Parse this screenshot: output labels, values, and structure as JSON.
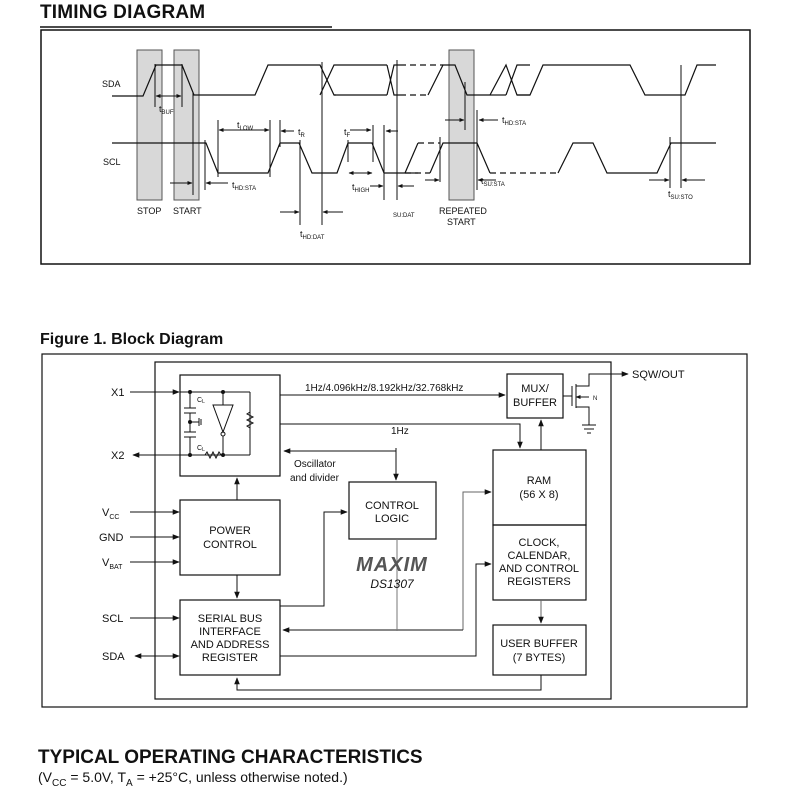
{
  "headings": {
    "timing_title": "TIMING DIAGRAM",
    "figure_title": "Figure 1. Block Diagram",
    "characteristics_title": "TYPICAL OPERATING CHARACTERISTICS",
    "conditions": {
      "prefix": "(V",
      "vcc_sub": "CC",
      "mid1": " = 5.0V, T",
      "ta_sub": "A",
      "suffix": " = +25°C, unless otherwise noted.)"
    }
  },
  "timing": {
    "signals": [
      "SDA",
      "SCL"
    ],
    "conditions": {
      "stop": "STOP",
      "start": "START",
      "repeated_start_1": "REPEATED",
      "repeated_start_2": "START"
    },
    "parameters": {
      "t_buf": {
        "main": "t",
        "sub": "BUF"
      },
      "t_low": {
        "main": "t",
        "sub": "LOW"
      },
      "t_r": {
        "main": "t",
        "sub": "R"
      },
      "t_f": {
        "main": "t",
        "sub": "F"
      },
      "t_hd_sta_1": {
        "main": "t",
        "sub": "HD:STA"
      },
      "t_hd_sta_2": {
        "main": "t",
        "sub": "HD:STA"
      },
      "t_high": {
        "main": "t",
        "sub": "HIGH"
      },
      "t_su_dat": {
        "main": "",
        "sub": "SU:DAT"
      },
      "t_hd_dat": {
        "main": "t",
        "sub": "HD:DAT"
      },
      "t_su_sta": {
        "main": "t",
        "sub": "SU:STA"
      },
      "t_su_sto": {
        "main": "t",
        "sub": "SU:STO"
      }
    }
  },
  "block_diagram": {
    "pins": {
      "x1": "X1",
      "x2": "X2",
      "vcc": {
        "main": "V",
        "sub": "CC"
      },
      "gnd": "GND",
      "vbat": {
        "main": "V",
        "sub": "BAT"
      },
      "scl": "SCL",
      "sda": "SDA",
      "sqw": "SQW/OUT"
    },
    "oscillator": {
      "cl_top": {
        "main": "C",
        "sub": "L"
      },
      "cl_bottom": {
        "main": "C",
        "sub": "L"
      },
      "label_1": "Oscillator",
      "label_2": "and divider"
    },
    "signals": {
      "freq_select": "1Hz/4.096kHz/8.192kHz/32.768kHz",
      "one_hz": "1Hz",
      "transistor": "N"
    },
    "blocks": {
      "mux": [
        "MUX/",
        "BUFFER"
      ],
      "ram": [
        "RAM",
        "(56 X 8)"
      ],
      "control_logic": [
        "CONTROL",
        "LOGIC"
      ],
      "power_control": [
        "POWER",
        "CONTROL"
      ],
      "clock": [
        "CLOCK,",
        "CALENDAR,",
        "AND CONTROL",
        "REGISTERS"
      ],
      "serial_bus": [
        "SERIAL BUS",
        "INTERFACE",
        "AND ADDRESS",
        "REGISTER"
      ],
      "user_buffer": [
        "USER BUFFER",
        "(7 BYTES)"
      ]
    },
    "brand": {
      "logo": "MAXIM",
      "part": "DS1307"
    }
  }
}
